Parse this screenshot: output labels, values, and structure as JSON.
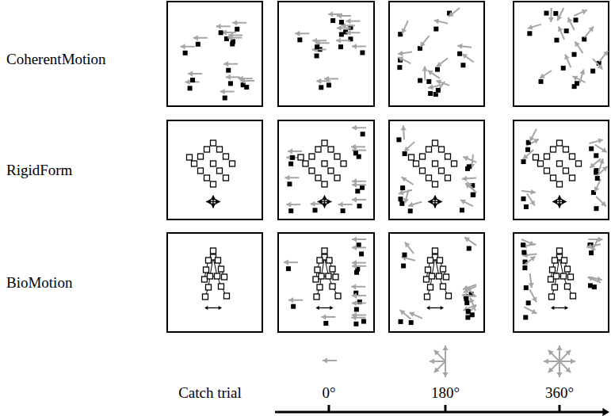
{
  "diagram": {
    "labels": [
      "CoherentMotion",
      "RigidForm",
      "BioMotion",
      "Catch trial",
      "0°",
      "180°",
      "360°"
    ]
  }
}
